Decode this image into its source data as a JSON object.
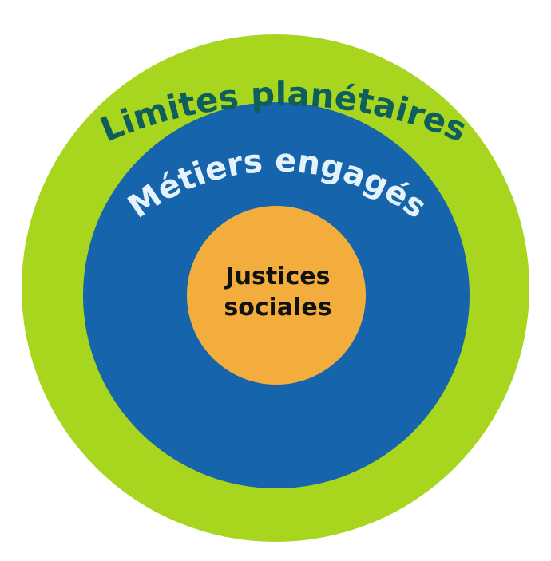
{
  "diagram": {
    "outer_ring": {
      "label": "Limites planétaires",
      "color": "#a8d51e",
      "text_color": "#0e5f5b"
    },
    "middle_ring": {
      "label": "Métiers engagés",
      "color": "#1664ab",
      "text_color": "#e4f2fb"
    },
    "core": {
      "label_line1": "Justices",
      "label_line2": "sociales",
      "color": "#f3ad3c",
      "text_color": "#111111"
    }
  }
}
